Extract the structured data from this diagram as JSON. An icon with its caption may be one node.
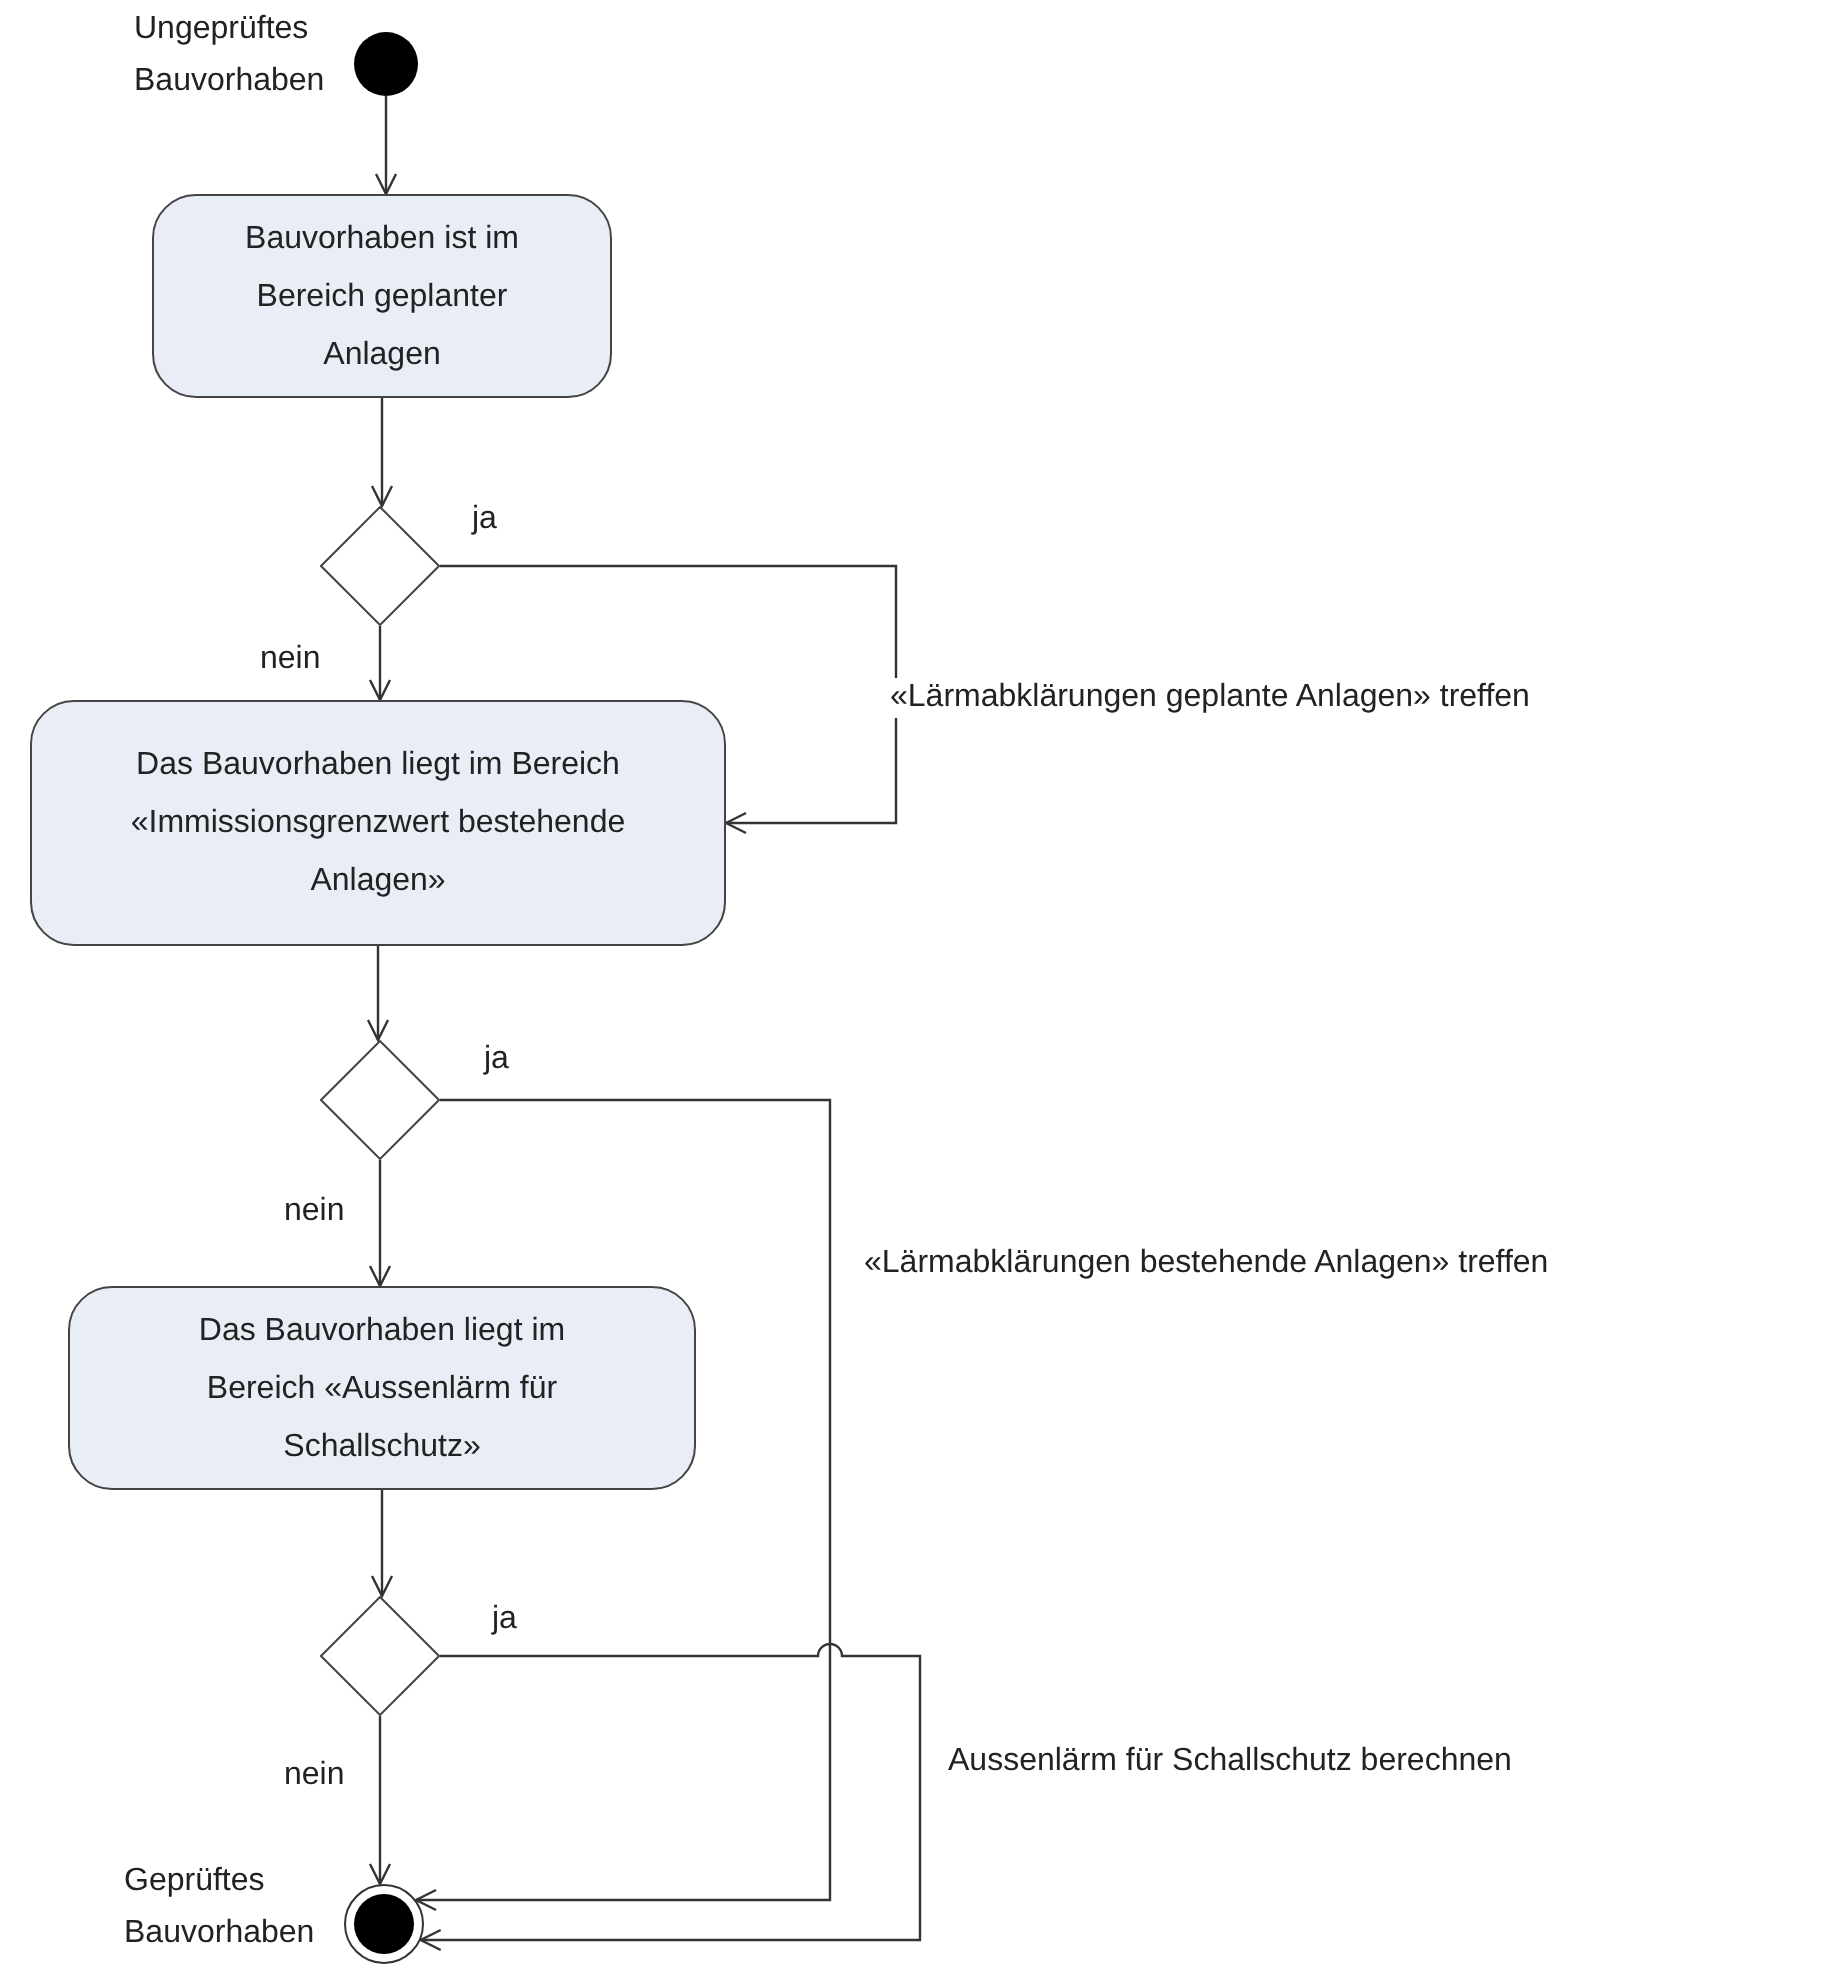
{
  "diagram": {
    "nodes": [
      {
        "text": [],
        "shape": "circle",
        "beside": [
          "Ungeprüftes Bauvorhaben"
        ]
      },
      {
        "text": [
          "Bauvorhaben ist im Bereich geplanter Anlagen"
        ]
      },
      {
        "text": [],
        "shape": "diamond"
      },
      {
        "text": [
          "Das Bauvorhaben liegt im Bereich «Immissionsgrenzwert bestehende Anlagen»"
        ]
      },
      {
        "text": [],
        "shape": "diamond"
      },
      {
        "text": [
          "Das Bauvorhaben liegt im Bereich «Aussenlärm für Schallschutz»"
        ]
      },
      {
        "text": [],
        "shape": "diamond"
      },
      {
        "text": [],
        "shape": "circle",
        "beside": [
          "Geprüftes Bauvorhaben"
        ]
      }
    ],
    "edges": [
      {
        "from": 0,
        "to": 1,
        "arrow": "to"
      },
      {
        "from": 1,
        "to": 2,
        "arrow": "to"
      },
      {
        "from": 2,
        "to": 3,
        "arrow": "to",
        "label": "nein"
      },
      {
        "from": 2,
        "to": 3,
        "arrow": "to",
        "label": "ja"
      },
      {
        "from": 3,
        "to": 4,
        "arrow": "to"
      },
      {
        "from": 4,
        "to": 5,
        "arrow": "to",
        "label": "nein"
      },
      {
        "from": 4,
        "to": 7,
        "arrow": "to",
        "label": "ja"
      },
      {
        "from": 5,
        "to": 6,
        "arrow": "to"
      },
      {
        "from": 6,
        "to": 7,
        "arrow": "to",
        "label": "nein"
      },
      {
        "from": 6,
        "to": 7,
        "arrow": "to",
        "label": "ja"
      }
    ],
    "labels": [
      "«Lärmabklärungen geplante Anlagen» treffen",
      "«Lärmabklärungen bestehende Anlagen» treffen",
      "Aussenlärm für Schallschutz berechnen"
    ]
  }
}
